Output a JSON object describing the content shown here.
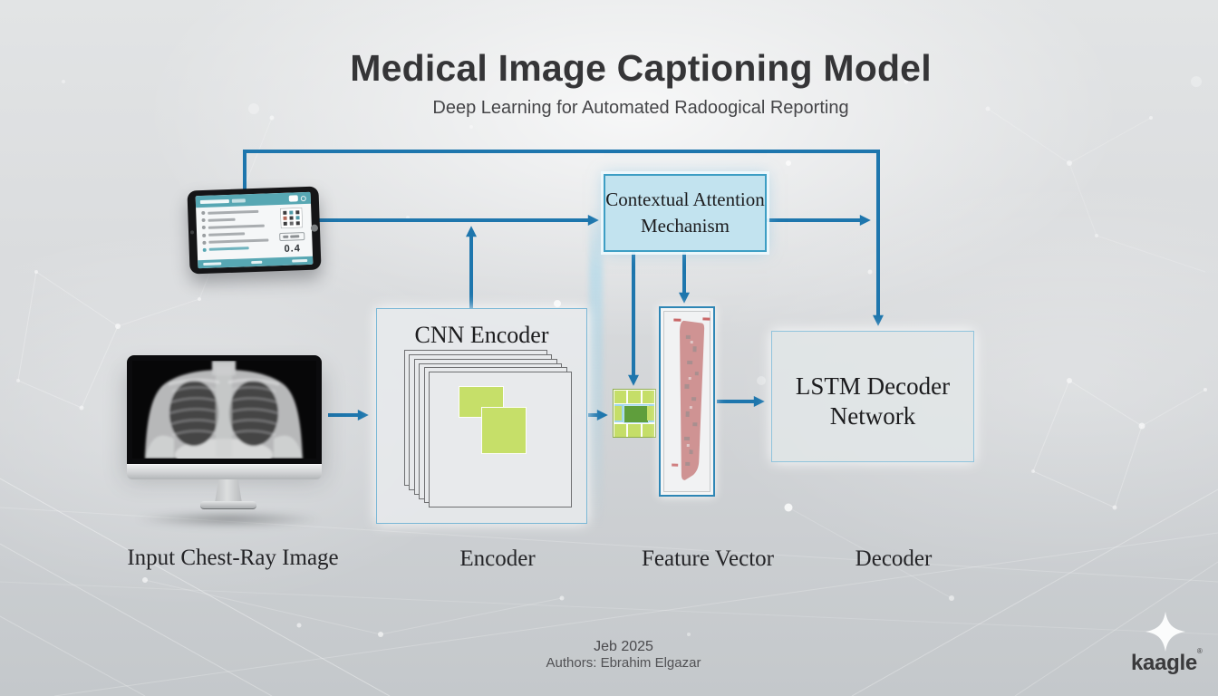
{
  "title": "Medical Image Captioning Model",
  "subtitle": "Deep Learning for Automated Radoogical Reporting",
  "nodes": {
    "attention": {
      "line1": "Contextual Attention",
      "line2": "Mechanism"
    },
    "cnn_encoder": {
      "title": "CNN Encoder"
    },
    "lstm_decoder": {
      "line1": "LSTM Decoder",
      "line2": "Network"
    }
  },
  "stage_labels": {
    "input": "Input Chest-Ray Image",
    "encoder": "Encoder",
    "feature_vector": "Feature Vector",
    "decoder": "Decoder"
  },
  "tablet": {
    "reading_value": "0.4"
  },
  "footer": {
    "date": "Jeb 2025",
    "authors": "Authors: Ebrahim Elgazar"
  },
  "logo": {
    "brand": "kaagle",
    "registered_mark": "®"
  },
  "colors": {
    "arrow_blue": "#1e76ad",
    "attention_fill": "#c2e3ef",
    "attention_border": "#3d9ec4",
    "node_border_blue": "#79b7d6",
    "feature_green": "#c5de68",
    "feature_green_dark": "#5f9e3c",
    "feature_blue_band": "#9fd6ec",
    "feature_board_red": "#cf9393",
    "tablet_teal": "#57a7b3",
    "background_gray": "#d7dadc",
    "text_dark": "#2f2f31"
  }
}
